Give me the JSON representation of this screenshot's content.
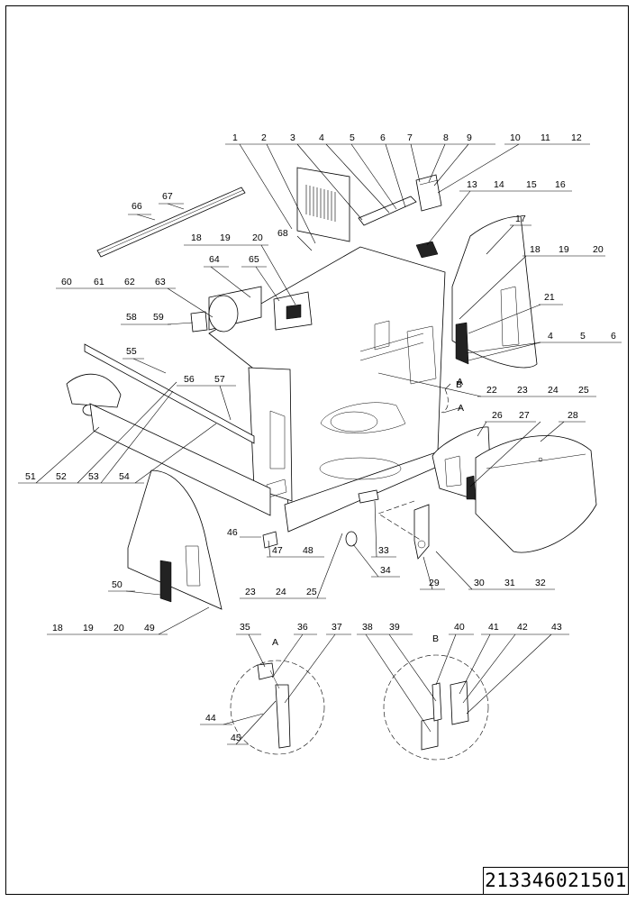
{
  "drawing_number": "213346021501",
  "detail_labels": [
    "A",
    "B"
  ],
  "callouts": [
    {
      "n": "1"
    },
    {
      "n": "2"
    },
    {
      "n": "3"
    },
    {
      "n": "4"
    },
    {
      "n": "5"
    },
    {
      "n": "6"
    },
    {
      "n": "7"
    },
    {
      "n": "8"
    },
    {
      "n": "9"
    },
    {
      "n": "10"
    },
    {
      "n": "11"
    },
    {
      "n": "12"
    },
    {
      "n": "13"
    },
    {
      "n": "14"
    },
    {
      "n": "15"
    },
    {
      "n": "16"
    },
    {
      "n": "17"
    },
    {
      "n": "18"
    },
    {
      "n": "19"
    },
    {
      "n": "20"
    },
    {
      "n": "18"
    },
    {
      "n": "19"
    },
    {
      "n": "20"
    },
    {
      "n": "68"
    },
    {
      "n": "21"
    },
    {
      "n": "4"
    },
    {
      "n": "5"
    },
    {
      "n": "6"
    },
    {
      "n": "64"
    },
    {
      "n": "65"
    },
    {
      "n": "60"
    },
    {
      "n": "61"
    },
    {
      "n": "62"
    },
    {
      "n": "63"
    },
    {
      "n": "58"
    },
    {
      "n": "59"
    },
    {
      "n": "55"
    },
    {
      "n": "56"
    },
    {
      "n": "57"
    },
    {
      "n": "22"
    },
    {
      "n": "23"
    },
    {
      "n": "24"
    },
    {
      "n": "25"
    },
    {
      "n": "26"
    },
    {
      "n": "27"
    },
    {
      "n": "28"
    },
    {
      "n": "51"
    },
    {
      "n": "52"
    },
    {
      "n": "53"
    },
    {
      "n": "54"
    },
    {
      "n": "46"
    },
    {
      "n": "47"
    },
    {
      "n": "48"
    },
    {
      "n": "33"
    },
    {
      "n": "34"
    },
    {
      "n": "29"
    },
    {
      "n": "30"
    },
    {
      "n": "31"
    },
    {
      "n": "32"
    },
    {
      "n": "50"
    },
    {
      "n": "23"
    },
    {
      "n": "24"
    },
    {
      "n": "25"
    },
    {
      "n": "18"
    },
    {
      "n": "19"
    },
    {
      "n": "20"
    },
    {
      "n": "49"
    },
    {
      "n": "35"
    },
    {
      "n": "36"
    },
    {
      "n": "37"
    },
    {
      "n": "38"
    },
    {
      "n": "39"
    },
    {
      "n": "40"
    },
    {
      "n": "41"
    },
    {
      "n": "42"
    },
    {
      "n": "43"
    },
    {
      "n": "44"
    },
    {
      "n": "45"
    },
    {
      "n": "66"
    },
    {
      "n": "67"
    }
  ]
}
